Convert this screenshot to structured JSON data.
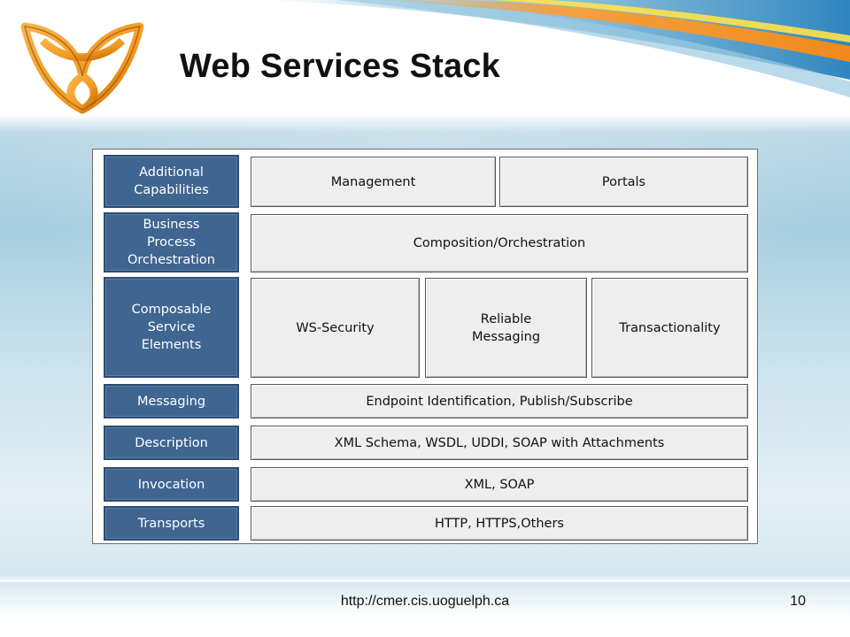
{
  "slide": {
    "title": "Web Services Stack",
    "footer_url": "http://cmer.cis.uoguelph.ca",
    "page_number": "10"
  },
  "colors": {
    "layer_fill": "#3f6591",
    "capability_fill": "#eeeeee",
    "logo_orange": "#f39a22"
  },
  "logo": {
    "icon": "trefoil-logo-icon"
  },
  "stack": {
    "layers": [
      {
        "label": "Additional\nCapabilities",
        "capabilities": [
          "Management",
          "Portals"
        ]
      },
      {
        "label": "Business\nProcess\nOrchestration",
        "capabilities": [
          "Composition/Orchestration"
        ]
      },
      {
        "label": "Composable\nService\nElements",
        "capabilities": [
          "WS-Security",
          "Reliable\nMessaging",
          "Transactionality"
        ]
      },
      {
        "label": "Messaging",
        "capabilities": [
          "Endpoint Identification, Publish/Subscribe"
        ]
      },
      {
        "label": "Description",
        "capabilities": [
          "XML Schema, WSDL, UDDI, SOAP with Attachments"
        ]
      },
      {
        "label": "Invocation",
        "capabilities": [
          "XML, SOAP"
        ]
      },
      {
        "label": "Transports",
        "capabilities": [
          "HTTP, HTTPS,Others"
        ]
      }
    ]
  }
}
